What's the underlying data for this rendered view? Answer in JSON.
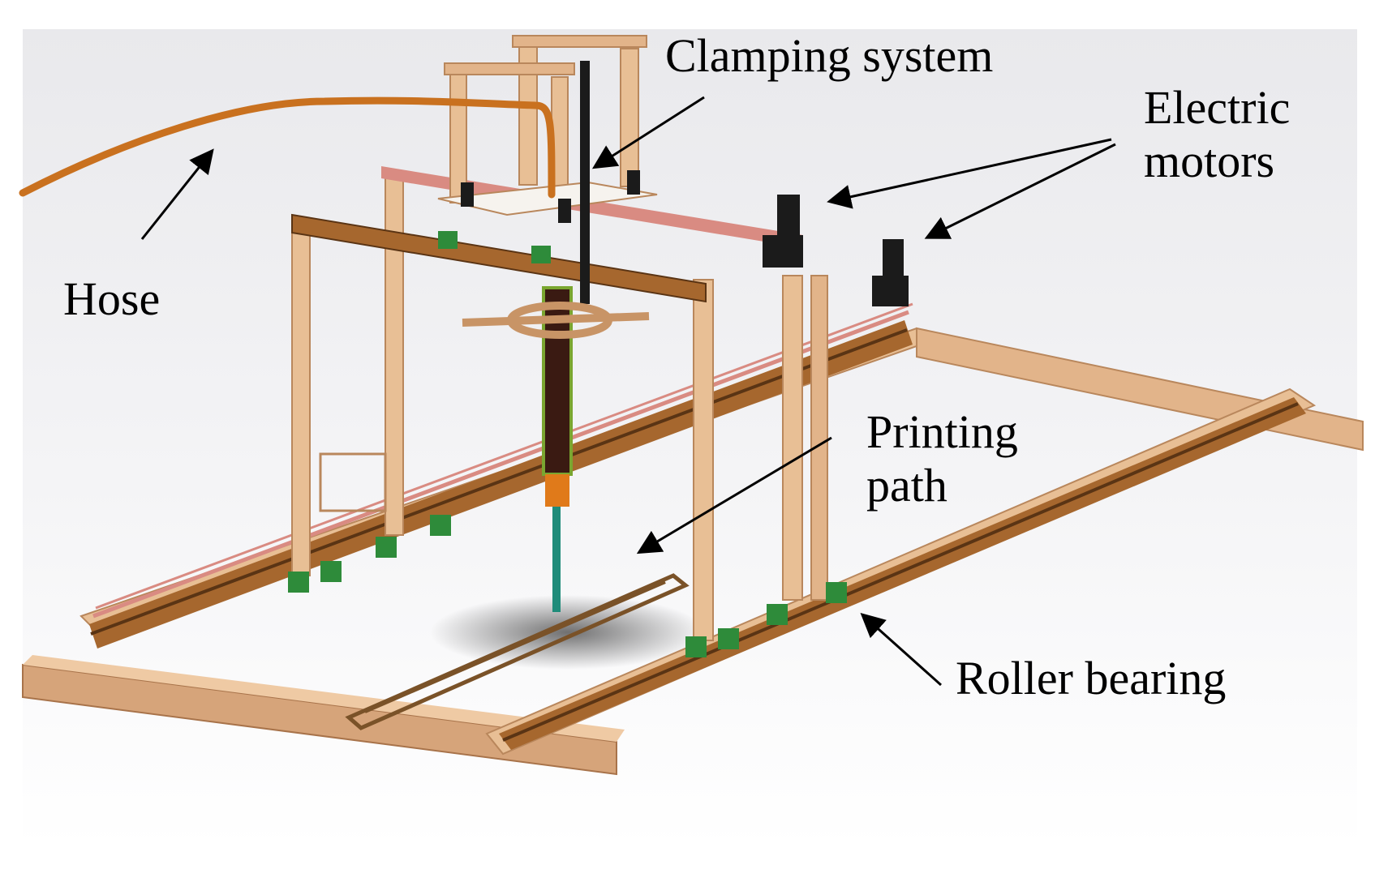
{
  "labels": {
    "clamping_system": "Clamping system",
    "electric_motors": "Electric motors",
    "hose": "Hose",
    "printing_path": "Printing path",
    "roller_bearing": "Roller bearing"
  },
  "colors": {
    "frame": "#e8bf95",
    "frame_dark": "#c89466",
    "rail": "#a6672e",
    "rail_dark": "#5a3414",
    "pink_rail": "#d98b82",
    "hose": "#c9711f",
    "bearing": "#2e8b3a",
    "motor": "#1b1b1b",
    "nozzle": "#1f8c7a",
    "plate": "#f6f3ee",
    "arrow": "#000000"
  }
}
